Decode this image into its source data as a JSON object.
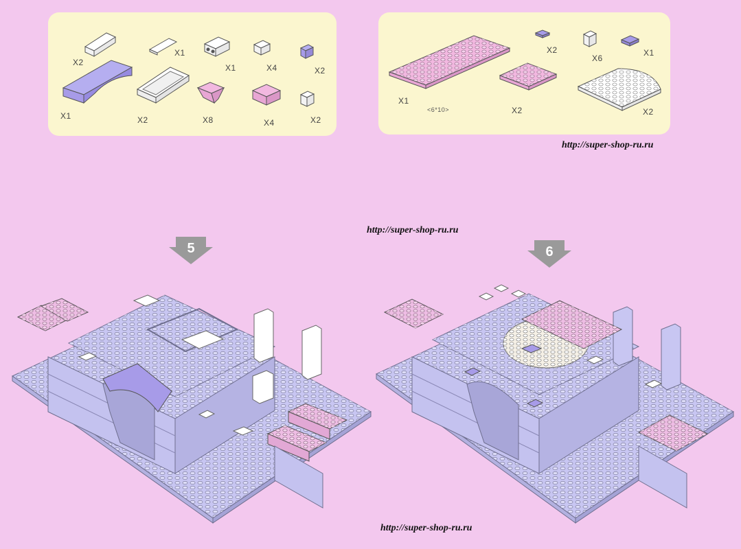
{
  "parts_left": {
    "labels": [
      "X2",
      "X1",
      "X1",
      "X4",
      "X2",
      "X1",
      "X2",
      "X8",
      "X4",
      "X2"
    ]
  },
  "parts_right": {
    "labels": [
      "X1",
      "X2",
      "X2",
      "X6",
      "X1",
      "X2"
    ],
    "plate_size": "<6*10>"
  },
  "watermarks": {
    "top": "http://super-shop-ru.ru",
    "middle": "http://super-shop-ru.ru",
    "bottom": "http://super-shop-ru.ru"
  },
  "steps": [
    "5",
    "6"
  ],
  "colors": {
    "background": "#f3c8ee",
    "panel": "#fbf6cf",
    "lavender": "#c8c6f2",
    "pink": "#eebde4",
    "purple": "#a79be8",
    "white": "#ffffff",
    "step_arrow": "#9a9a9a"
  }
}
